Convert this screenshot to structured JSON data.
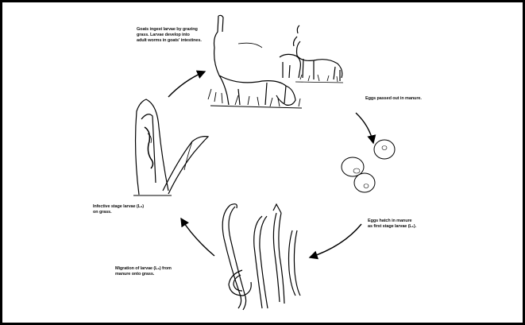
{
  "diagram": {
    "labels": {
      "goats": [
        "Goats ingest larvae by grazing",
        "grass. Larvae develop into",
        "adult worms in goats' intestines."
      ],
      "eggs": [
        "Eggs passed out in manure."
      ],
      "hatch": [
        "Eggs hatch in manure",
        "as first stage larvae (L₁)."
      ],
      "migration": [
        "Migration of larvae (L₃) from",
        "manure onto grass."
      ],
      "infective": [
        "Infective stage larvae (L₃)",
        "on grass."
      ]
    },
    "icons": [
      "goats-illustration",
      "eggs-illustration",
      "larvae-illustration",
      "grass-blade-illustration",
      "cycle-arrow"
    ]
  }
}
